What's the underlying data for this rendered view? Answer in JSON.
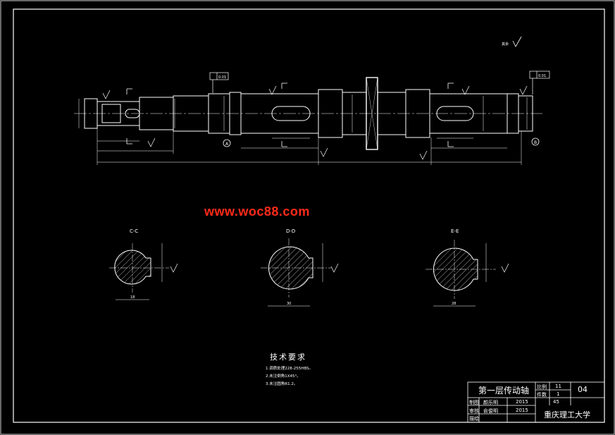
{
  "drawing": {
    "watermark": "www.woc88.com",
    "roughness_note": "其余",
    "section_labels": [
      "C-C",
      "D-D",
      "E-E"
    ],
    "section_dims": [
      "18",
      "30",
      "28"
    ],
    "datum_labels": [
      "A",
      "B"
    ],
    "tolerance_frames": [
      "0.01",
      "0.01"
    ]
  },
  "technical_requirements": {
    "title": "技术要求",
    "items": [
      "1.调质处理228-255HBS。",
      "2.未注倒角1X45°。",
      "3.未注圆角R1.2。"
    ]
  },
  "title_block": {
    "part_name": "第一层传动轴",
    "drawing_no": "04",
    "scale_label": "比例",
    "scale_value": "11",
    "quantity_label": "件数",
    "quantity_value": "1",
    "material_value": "45",
    "designer_label": "制图",
    "designer_name": "颜乐明",
    "design_year": "2015",
    "checker_label": "审核",
    "checker_name": "俞俊明",
    "check_year": "2015",
    "approver_label": "描绘",
    "school": "重庆理工大学"
  }
}
